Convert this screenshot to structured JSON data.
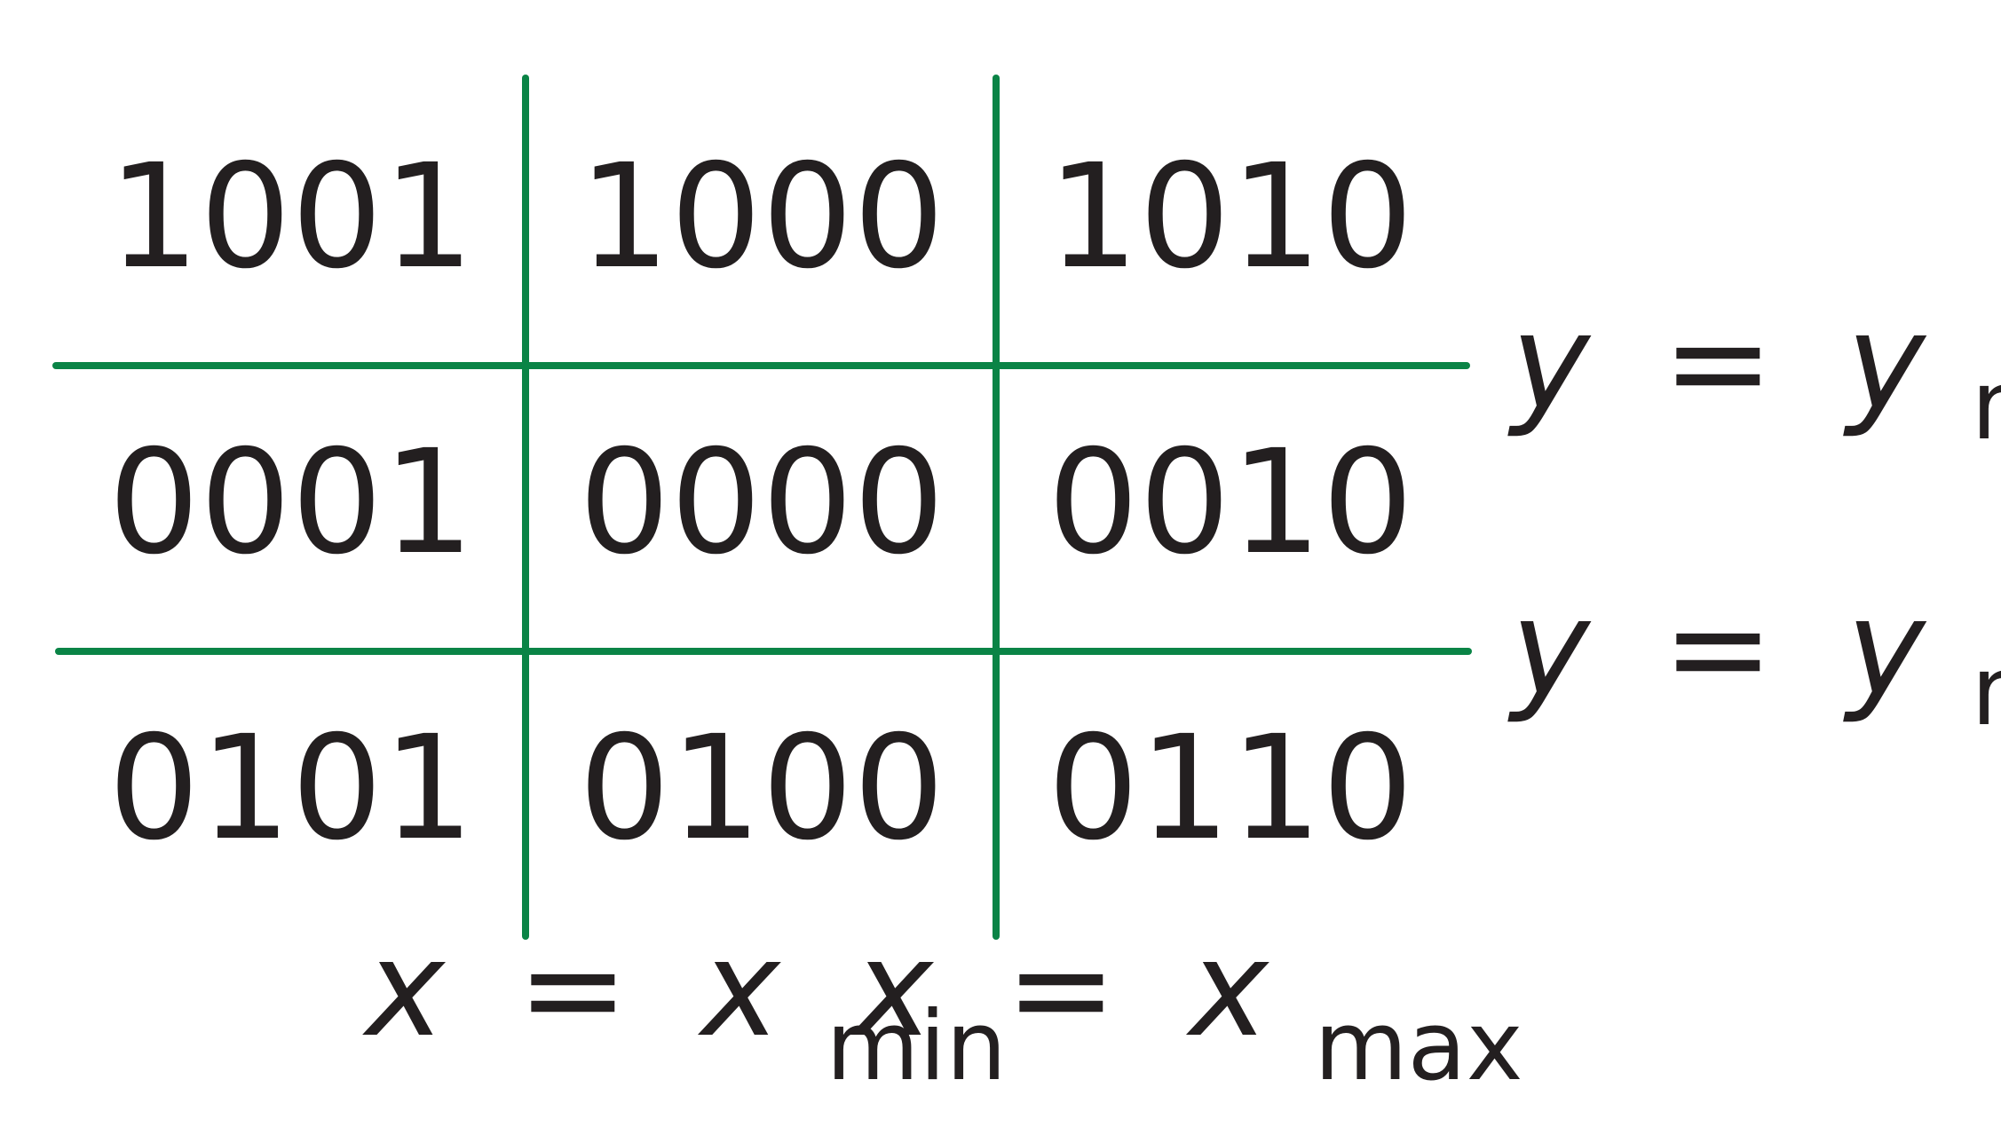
{
  "region_codes": [
    [
      "1001",
      "1000",
      "1010"
    ],
    [
      "0001",
      "0000",
      "0010"
    ],
    [
      "0101",
      "0100",
      "0110"
    ]
  ],
  "boundaries": {
    "y_max": {
      "lhs": "y",
      "eq": "=",
      "var": "y",
      "sub": "max"
    },
    "y_min": {
      "lhs": "y",
      "eq": "=",
      "var": "y",
      "sub": "min"
    },
    "x_min": {
      "lhs": "x",
      "eq": "=",
      "var": "x",
      "sub": "min"
    },
    "x_max": {
      "lhs": "x",
      "eq": "=",
      "var": "x",
      "sub": "max"
    }
  },
  "colors": {
    "line": "#0a8446",
    "text": "#231f20",
    "background": "#ffffff"
  }
}
